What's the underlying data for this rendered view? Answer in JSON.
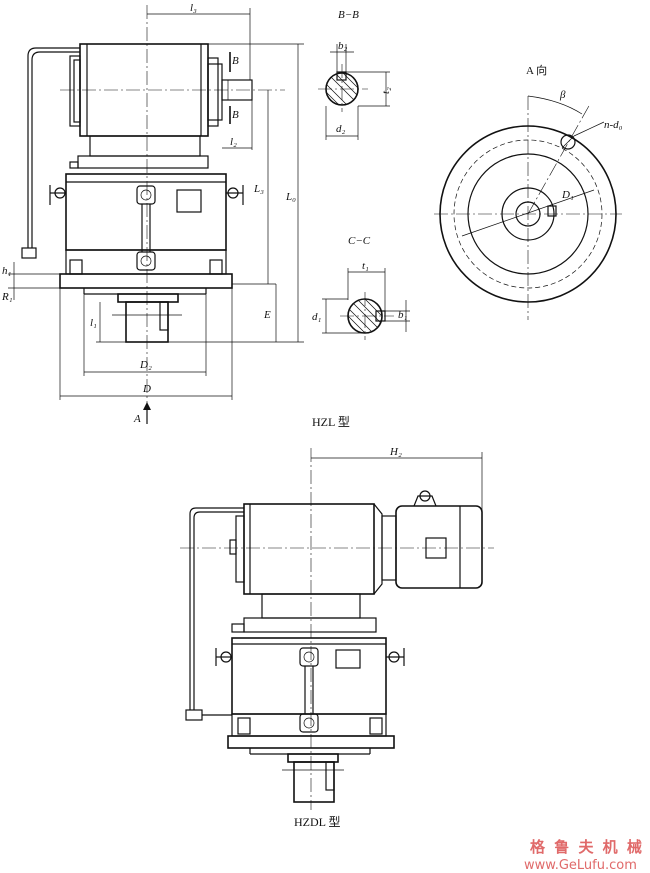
{
  "labels": {
    "l3": "l₃",
    "B_top": "B",
    "B_bot": "B",
    "l2": "l₂",
    "L3": "L₃",
    "L0": "L₀",
    "E": "E",
    "h1": "h₁",
    "R1": "R₁",
    "l1": "l₁",
    "D2": "D₂",
    "D": "D",
    "A": "A",
    "section_bb": "B−B",
    "b2": "b₂",
    "t2": "t₂",
    "d2": "d₂",
    "section_cc": "C−C",
    "t1": "t₁",
    "d1": "d₁",
    "b1": "b₁",
    "view_a": "A 向",
    "beta": "β",
    "n_d0": "n-d₀",
    "D1": "D₁",
    "H2": "H₂"
  },
  "captions": {
    "hzl": "HZL 型",
    "hzdl": "HZDL 型"
  },
  "watermark": {
    "cn": "格 鲁 夫 机 械",
    "url": "www.GeLufu.com",
    "color": "#e06a6a"
  }
}
